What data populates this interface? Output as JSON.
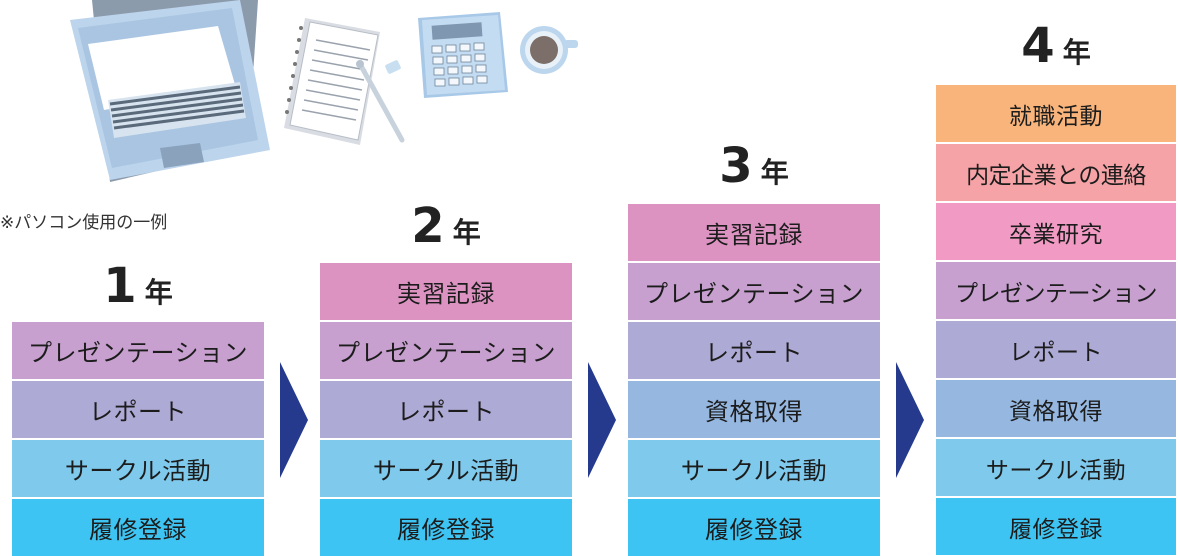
{
  "note": "※パソコン使用の一例",
  "years": [
    {
      "number": "1",
      "unit": "年",
      "items": [
        {
          "label": "プレゼンテーション",
          "color": "#c7a0cf"
        },
        {
          "label": "レポート",
          "color": "#aeaad6"
        },
        {
          "label": "サークル活動",
          "color": "#7ec9ec"
        },
        {
          "label": "履修登録",
          "color": "#3ec4f2"
        }
      ]
    },
    {
      "number": "2",
      "unit": "年",
      "items": [
        {
          "label": "実習記録",
          "color": "#dc93c2"
        },
        {
          "label": "プレゼンテーション",
          "color": "#c7a0cf"
        },
        {
          "label": "レポート",
          "color": "#aeaad6"
        },
        {
          "label": "サークル活動",
          "color": "#7ec9ec"
        },
        {
          "label": "履修登録",
          "color": "#3ec4f2"
        }
      ]
    },
    {
      "number": "3",
      "unit": "年",
      "items": [
        {
          "label": "実習記録",
          "color": "#dc93c2"
        },
        {
          "label": "プレゼンテーション",
          "color": "#c7a0cf"
        },
        {
          "label": "レポート",
          "color": "#aeaad6"
        },
        {
          "label": "資格取得",
          "color": "#95b7e0"
        },
        {
          "label": "サークル活動",
          "color": "#7ec9ec"
        },
        {
          "label": "履修登録",
          "color": "#3ec4f2"
        }
      ]
    },
    {
      "number": "4",
      "unit": "年",
      "items": [
        {
          "label": "就職活動",
          "color": "#f8b47a"
        },
        {
          "label": "内定企業との連絡",
          "color": "#f5a3a6"
        },
        {
          "label": "卒業研究",
          "color": "#f19bc4"
        },
        {
          "label": "プレゼンテーション",
          "color": "#c7a0cf"
        },
        {
          "label": "レポート",
          "color": "#aeaad6"
        },
        {
          "label": "資格取得",
          "color": "#95b7e0"
        },
        {
          "label": "サークル活動",
          "color": "#7ec9ec"
        },
        {
          "label": "履修登録",
          "color": "#3ec4f2"
        }
      ]
    }
  ],
  "icons": [
    "laptop-icon",
    "notebook-icon",
    "pen-icon",
    "eraser-icon",
    "calculator-icon",
    "coffee-cup-icon",
    "arrow-right-icon"
  ],
  "arrow_color": "#253a8c"
}
